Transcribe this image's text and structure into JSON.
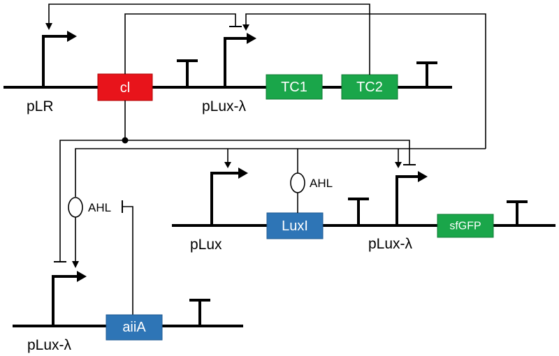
{
  "labels": {
    "pLR": "pLR",
    "pLux_lambda_top": "pLux-λ",
    "pLux_mid": "pLux",
    "pLux_lambda_mid": "pLux-λ",
    "pLux_lambda_bottom": "pLux-λ",
    "AHL_mid": "AHL",
    "AHL_left": "AHL"
  },
  "genes": {
    "cI": "cl",
    "TC1": "TC1",
    "TC2": "TC2",
    "LuxI": "LuxI",
    "sfGFP": "sfGFP",
    "aiiA": "aiiA"
  },
  "colors": {
    "repressor": "#e8141b",
    "tevCleavage": "#1aa64a",
    "lux": "#2e75b6",
    "reporter": "#1aa64a",
    "line": "#000000"
  }
}
